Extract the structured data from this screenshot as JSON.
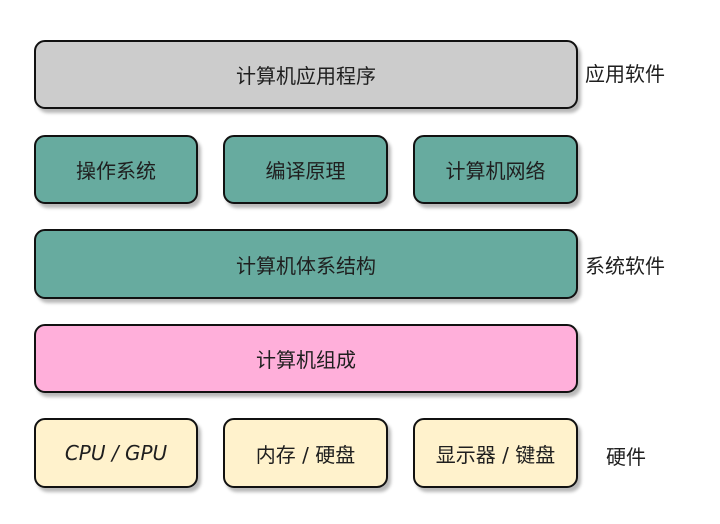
{
  "diagram": {
    "title": "计算机知识层次",
    "layers": [
      {
        "id": "application",
        "color": "#cccccc",
        "boxes": [
          "计算机应用程序"
        ]
      },
      {
        "id": "system-courses",
        "color": "#67ab9f",
        "boxes": [
          "操作系统",
          "编译原理",
          "计算机网络"
        ]
      },
      {
        "id": "architecture",
        "color": "#67ab9f",
        "boxes": [
          "计算机体系结构"
        ]
      },
      {
        "id": "organization",
        "color": "#ffafda",
        "boxes": [
          "计算机组成"
        ]
      },
      {
        "id": "hardware-devices",
        "color": "#fff2cc",
        "boxes": [
          "CPU / GPU",
          "内存 / 硬盘",
          "显示器 / 键盘"
        ]
      }
    ],
    "side_labels": {
      "application_software": "应用软件",
      "system_software": "系统软件",
      "hardware": "硬件"
    }
  }
}
